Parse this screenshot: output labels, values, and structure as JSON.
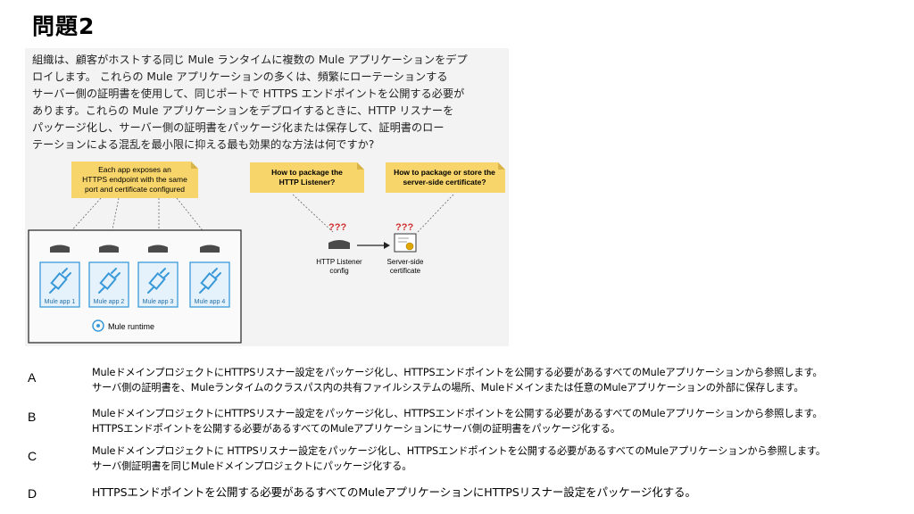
{
  "title": "問題2",
  "question_lines": [
    "組織は、顧客がホストする同じ Mule ランタイムに複数の Mule アプリケーションをデプ",
    "ロイします。 これらの Mule アプリケーションの多くは、頻繁にローテーションする",
    "サーバー側の証明書を使用して、同じポートで HTTPS エンドポイントを公開する必要が",
    "あります。これらの Mule アプリケーションをデプロイするときに、HTTP リスナーを",
    "パッケージ化し、サーバー側の証明書をパッケージ化または保存して、証明書のロー",
    "テーションによる混乱を最小限に抑える最も効果的な方法は何ですか?"
  ],
  "diagram": {
    "note1_lines": [
      "Each app exposes an",
      "HTTPS endpoint with the same",
      "port and certificate configured"
    ],
    "note2_lines": [
      "How to package the",
      "HTTP Listener?"
    ],
    "note3_lines": [
      "How to package or store the",
      "server-side certificate?"
    ],
    "apps": [
      "Mule app 1",
      "Mule app 2",
      "Mule app 3",
      "Mule app 4"
    ],
    "runtime_label": "Mule runtime",
    "unknown1": "???",
    "unknown2": "???",
    "listener_label_lines": [
      "HTTP Listener",
      "config"
    ],
    "cert_label_lines": [
      "Server-side",
      "certificate"
    ],
    "colors": {
      "note": "#f7d56b",
      "app_border": "#3a9ad9",
      "app_fill": "#e6f2fb",
      "unknown": "#d32f2f"
    }
  },
  "choices": [
    {
      "letter": "A",
      "lines": [
        "MuleドメインプロジェクトにHTTPSリスナー設定をパッケージ化し、HTTPSエンドポイントを公開する必要があるすべてのMuleアプリケーションから参照します。",
        "サーバ側の証明書を、Muleランタイムのクラスパス内の共有ファイルシステムの場所、Muleドメインまたは任意のMuleアプリケーションの外部に保存します。"
      ]
    },
    {
      "letter": "B",
      "lines": [
        "MuleドメインプロジェクトにHTTPSリスナー設定をパッケージ化し、HTTPSエンドポイントを公開する必要があるすべてのMuleアプリケーションから参照します。",
        "HTTPSエンドポイントを公開する必要があるすべてのMuleアプリケーションにサーバ側の証明書をパッケージ化する。"
      ]
    },
    {
      "letter": "C",
      "lines": [
        "Muleドメインプロジェクトに HTTPSリスナー設定をパッケージ化し、HTTPSエンドポイントを公開する必要があるすべてのMuleアプリケーションから参照します。",
        "サーバ側証明書を同じMuleドメインプロジェクトにパッケージ化する。"
      ]
    },
    {
      "letter": "D",
      "lines": [
        "HTTPSエンドポイントを公開する必要があるすべてのMuleアプリケーションにHTTPSリスナー設定をパッケージ化する。"
      ]
    }
  ]
}
